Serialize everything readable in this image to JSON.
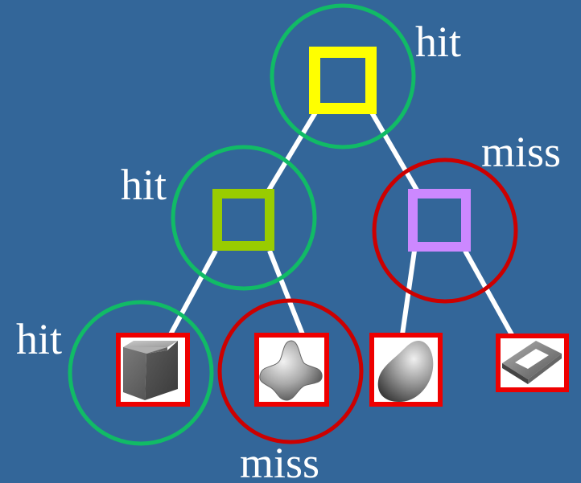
{
  "colors": {
    "background": "#336699",
    "hit_circle": "#11bb66",
    "miss_circle": "#cc0000",
    "edge": "#ffffff",
    "root_box": "#ffff00",
    "left_box": "#99cc00",
    "right_box": "#cc88ff",
    "leaf_frame": "#ee0000"
  },
  "labels": {
    "root": "hit",
    "left_internal": "hit",
    "right_internal": "miss",
    "leaf_cube": "hit",
    "leaf_blob": "miss"
  },
  "nodes": {
    "root": {
      "type": "bounding-box",
      "result": "hit"
    },
    "left_internal": {
      "type": "bounding-box",
      "result": "hit"
    },
    "right_internal": {
      "type": "bounding-box",
      "result": "miss"
    },
    "leaves": [
      {
        "icon": "cube-icon",
        "result": "hit"
      },
      {
        "icon": "tetra-blob-icon",
        "result": "miss"
      },
      {
        "icon": "pebble-icon",
        "result": null
      },
      {
        "icon": "square-frame-icon",
        "result": null
      }
    ]
  }
}
